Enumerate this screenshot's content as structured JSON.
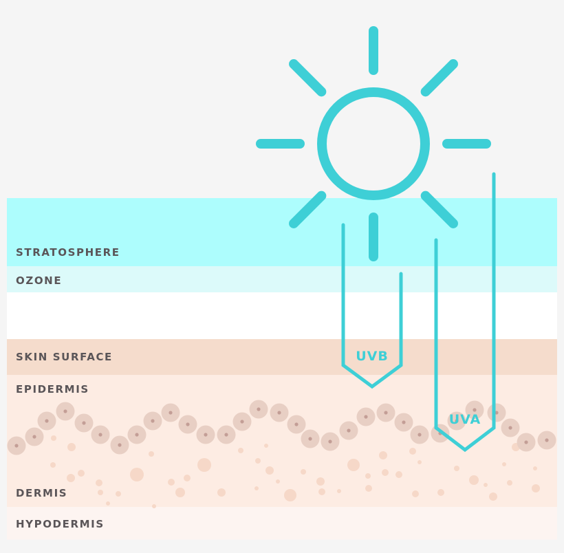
{
  "layers": [
    {
      "label": "STRATOSPHERE",
      "color": "#adfdfd"
    },
    {
      "label": "OZONE",
      "color": "#dcfafa"
    },
    {
      "label": "",
      "color": "#ffffff"
    },
    {
      "label": "SKIN SURFACE",
      "color": "#f5dccc"
    },
    {
      "label": "EPIDERMIS",
      "color": "#fdece3"
    },
    {
      "label": "DERMIS",
      "color": "#fdece3"
    },
    {
      "label": "HYPODERMIS",
      "color": "#fdf4f1"
    }
  ],
  "rays": [
    {
      "label": "UVB"
    },
    {
      "label": "UVA"
    }
  ],
  "colors": {
    "sun": "#3ecfd6",
    "cell": "#e8cfc4",
    "cell_nucleus": "#c39e96",
    "dermis_dot": "#f6d8c8"
  },
  "icons": {
    "sun": "sun-icon"
  }
}
